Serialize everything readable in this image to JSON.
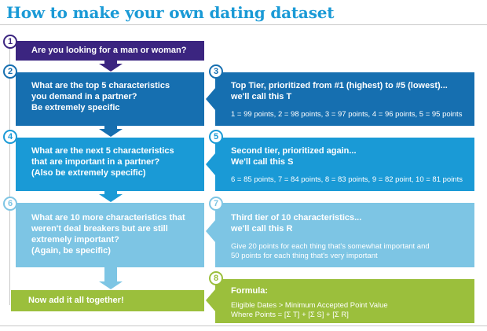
{
  "title": "How to make your own dating dataset",
  "colors": {
    "title": "#1a9ad6",
    "step1": "#3b2580",
    "step2": "#166fb0",
    "step3": "#166fb0",
    "step4": "#1a9ad6",
    "step5": "#1a9ad6",
    "step6": "#7dc5e4",
    "step7": "#7dc5e4",
    "step8": "#9bbf3c"
  },
  "steps": [
    {
      "number": "1",
      "question": "Are you looking for a man or woman?"
    },
    {
      "number": "2",
      "question_lines": [
        "What are the top 5 characteristics",
        "you demand in a partner?",
        "Be extremely specific"
      ]
    },
    {
      "number": "3",
      "heading_lines": [
        "Top Tier, prioritized from #1 (highest) to #5 (lowest)...",
        "we'll call this T"
      ],
      "detail": "1 = 99 points, 2 = 98 points, 3 = 97 points, 4 = 96 points, 5 = 95 points"
    },
    {
      "number": "4",
      "question_lines": [
        "What are the next 5 characteristics",
        "that are important in a partner?",
        "(Also be extremely specific)"
      ]
    },
    {
      "number": "5",
      "heading_lines": [
        "Second tier, prioritized again...",
        "We'll call this S"
      ],
      "detail": "6 = 85 points, 7 = 84 points, 8 = 83 points, 9 = 82 point, 10 = 81 points"
    },
    {
      "number": "6",
      "question_lines": [
        "What are 10 more characteristics that",
        "weren't deal breakers but are still",
        "extremely important?",
        "(Again, be specific)"
      ]
    },
    {
      "number": "7",
      "heading_lines": [
        "Third tier of 10 characteristics...",
        "we'll call this R"
      ],
      "detail_lines": [
        "Give 20 points for each thing that's somewhat important and",
        "50 points for each thing that's very important"
      ]
    },
    {
      "number": "8",
      "heading": "Formula:",
      "detail_lines": [
        "Eligible Dates > Minimum Accepted Point Value",
        "Where Points = [Σ T] + [Σ S] + [Σ R]"
      ]
    }
  ],
  "final_step": "Now add it all together!"
}
